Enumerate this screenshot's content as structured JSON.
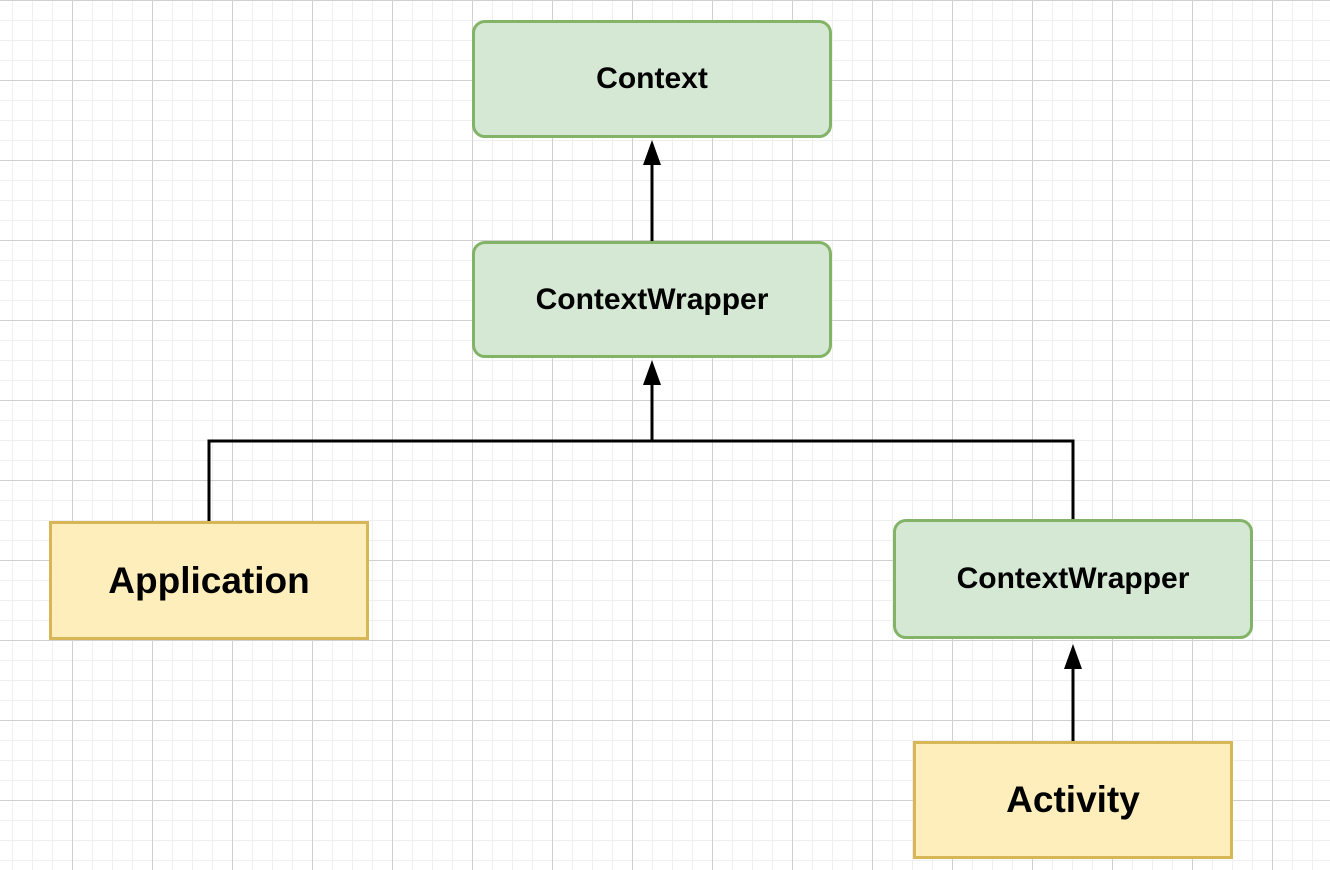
{
  "diagram": {
    "nodes": [
      {
        "id": "context",
        "label": "Context",
        "style": "green"
      },
      {
        "id": "contextWrapper",
        "label": "ContextWrapper",
        "style": "green"
      },
      {
        "id": "application",
        "label": "Application",
        "style": "yellow"
      },
      {
        "id": "contextWrapper2",
        "label": "ContextWrapper",
        "style": "green"
      },
      {
        "id": "activity",
        "label": "Activity",
        "style": "yellow"
      }
    ],
    "edges": [
      {
        "from": "contextWrapper",
        "to": "context",
        "type": "arrow-up"
      },
      {
        "from": "application",
        "to": "contextWrapper",
        "type": "tree-branch"
      },
      {
        "from": "contextWrapper2",
        "to": "contextWrapper",
        "type": "tree-branch"
      },
      {
        "from": "activity",
        "to": "contextWrapper2",
        "type": "arrow-up"
      }
    ]
  },
  "colors": {
    "canvas-bg": "#ffffff",
    "grid-minor": "#efefef",
    "grid-major": "#d0d0d0",
    "node-green-fill": "#d5e8d4",
    "node-green-stroke": "#82b366",
    "node-yellow-fill": "#fdeebc",
    "node-yellow-stroke": "#d6b656",
    "edge-stroke": "#000000"
  }
}
